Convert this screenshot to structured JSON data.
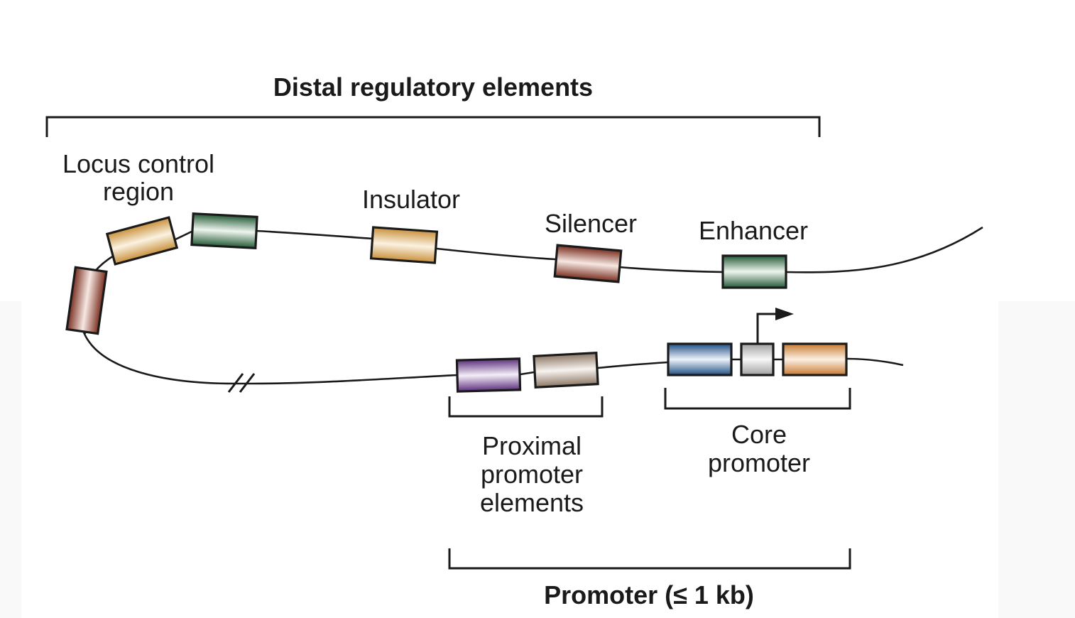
{
  "title": "Distal regulatory elements",
  "labels": {
    "distal": "Distal regulatory elements",
    "locus_line1": "Locus control",
    "locus_line2": "region",
    "insulator": "Insulator",
    "silencer": "Silencer",
    "enhancer": "Enhancer",
    "proximal_line1": "Proximal",
    "proximal_line2": "promoter",
    "proximal_line3": "elements",
    "core_line1": "Core",
    "core_line2": "promoter",
    "promoter": "Promoter (≤ 1 kb)"
  },
  "elements": [
    {
      "id": "lcr-red",
      "type": "Locus control region",
      "color": "#8e3a2a"
    },
    {
      "id": "lcr-tan",
      "type": "Locus control region",
      "color": "#d9a85a"
    },
    {
      "id": "lcr-green",
      "type": "Locus control region",
      "color": "#2f6e45"
    },
    {
      "id": "insulator",
      "type": "Insulator",
      "color": "#d9a85a"
    },
    {
      "id": "silencer",
      "type": "Silencer",
      "color": "#8e3a2a"
    },
    {
      "id": "enhancer",
      "type": "Enhancer",
      "color": "#2f6e45"
    },
    {
      "id": "proximal-purple",
      "type": "Proximal promoter element",
      "color": "#6b3f8a"
    },
    {
      "id": "proximal-taupe",
      "type": "Proximal promoter element",
      "color": "#9d8a78"
    },
    {
      "id": "core-blue",
      "type": "Core promoter",
      "color": "#2d5f96"
    },
    {
      "id": "core-gray",
      "type": "Core promoter (TSS)",
      "color": "#a8a8a8"
    },
    {
      "id": "core-orange",
      "type": "Core promoter",
      "color": "#d38a45"
    }
  ],
  "icons": {
    "tss": "transcription-start-arrow-icon",
    "break": "sequence-break-icon"
  }
}
